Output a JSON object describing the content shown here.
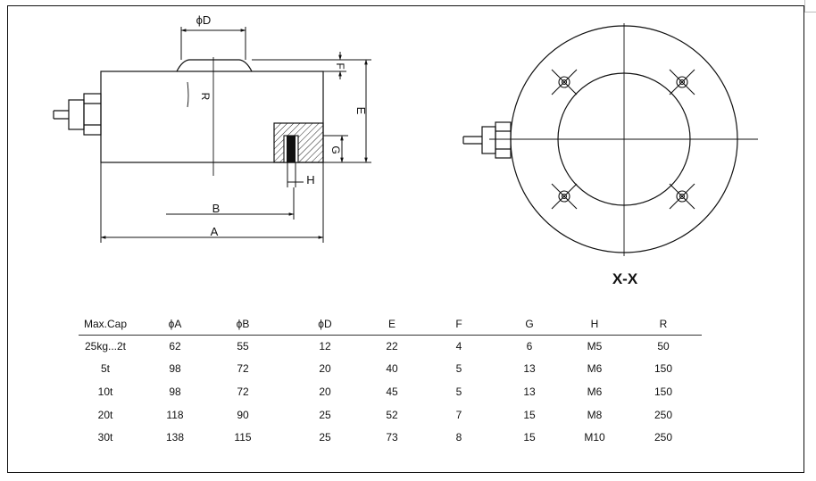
{
  "labels": {
    "phi_d": "ϕD",
    "f": "F",
    "e": "E",
    "r": "R",
    "g": "G",
    "h": "H",
    "b": "B",
    "a": "A",
    "section": "X-X"
  },
  "table": {
    "headers": [
      "Max.Cap",
      "ϕA",
      "ϕB",
      "ϕD",
      "E",
      "F",
      "G",
      "H",
      "R"
    ],
    "rows": [
      [
        "25kg...2t",
        "62",
        "55",
        "12",
        "22",
        "4",
        "6",
        "M5",
        "50"
      ],
      [
        "5t",
        "98",
        "72",
        "20",
        "40",
        "5",
        "13",
        "M6",
        "150"
      ],
      [
        "10t",
        "98",
        "72",
        "20",
        "45",
        "5",
        "13",
        "M6",
        "150"
      ],
      [
        "20t",
        "118",
        "90",
        "25",
        "52",
        "7",
        "15",
        "M8",
        "250"
      ],
      [
        "30t",
        "138",
        "115",
        "25",
        "73",
        "8",
        "15",
        "M10",
        "250"
      ]
    ]
  }
}
